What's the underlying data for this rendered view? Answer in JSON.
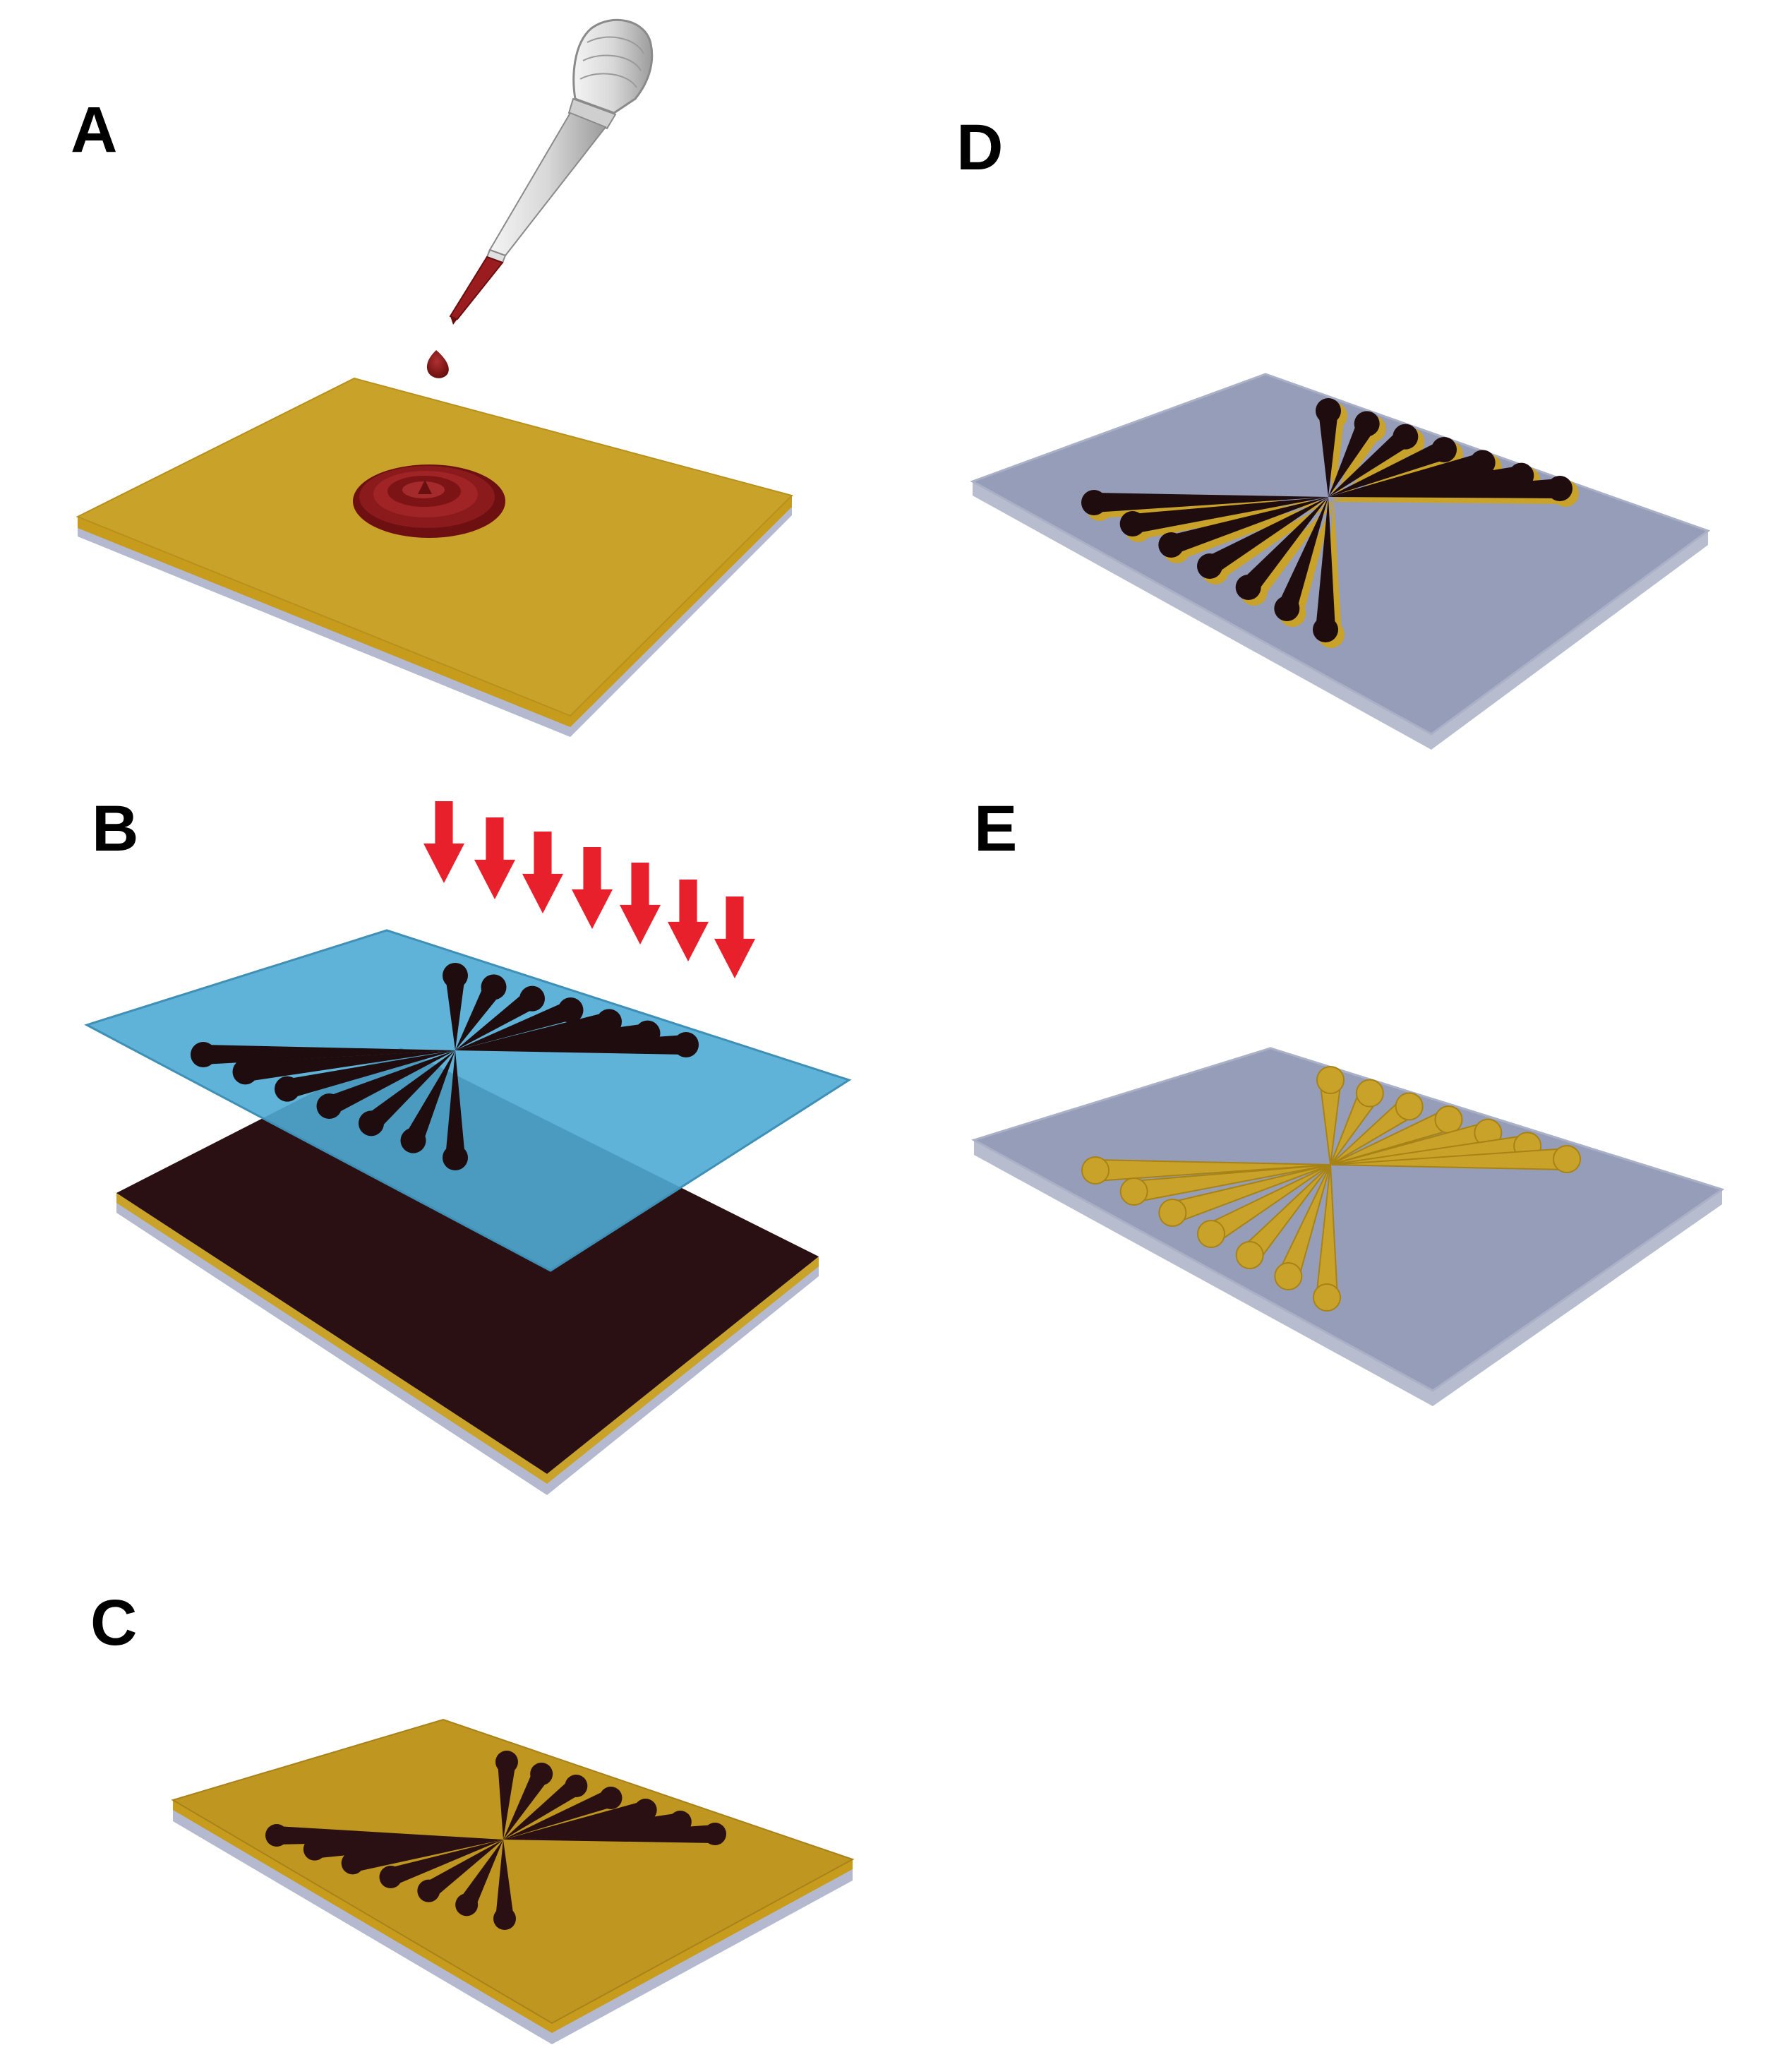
{
  "panels": [
    {
      "id": "A",
      "label": "A"
    },
    {
      "id": "B",
      "label": "B"
    },
    {
      "id": "C",
      "label": "C"
    },
    {
      "id": "D",
      "label": "D"
    },
    {
      "id": "E",
      "label": "E"
    }
  ],
  "colors": {
    "gold": "#c9a22a",
    "gold_dark": "#a78316",
    "glass": "#a9aec7",
    "glass_top": "#969db8",
    "glass_edge": "#b6bccf",
    "resist": "#2a1012",
    "mask": "#4fabd4",
    "electrode": "#1f0c0e",
    "drop": "#8e1a1a",
    "arrow": "#e8202b",
    "pipette": "#d5d5d5"
  },
  "icons": {
    "pipette": "pipette-icon",
    "uv_arrow": "down-arrow-icon"
  }
}
